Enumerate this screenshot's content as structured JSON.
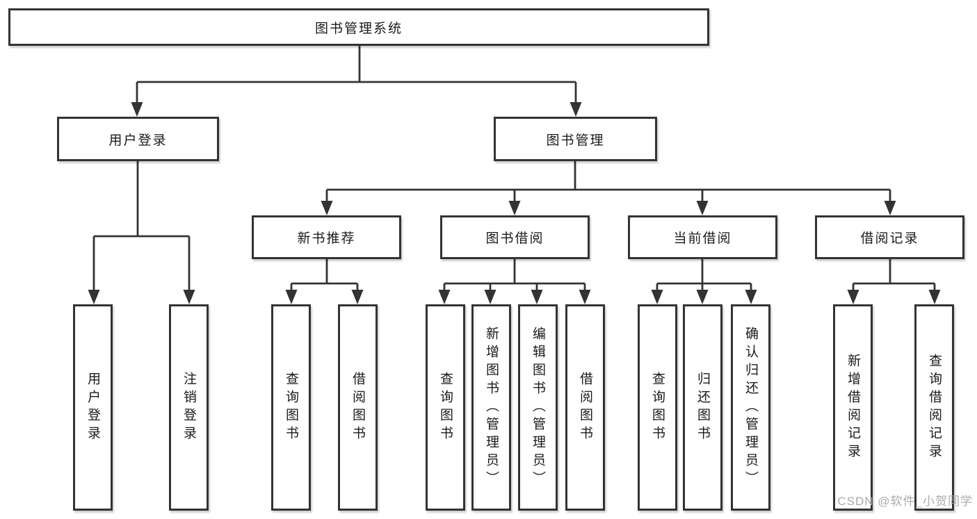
{
  "diagram": {
    "title": "图书管理系统",
    "children": [
      {
        "label": "用户登录",
        "children": [
          {
            "label": "用户登录"
          },
          {
            "label": "注销登录"
          }
        ]
      },
      {
        "label": "图书管理",
        "children": [
          {
            "label": "新书推荐",
            "children": [
              {
                "label": "查询图书"
              },
              {
                "label": "借阅图书"
              }
            ]
          },
          {
            "label": "图书借阅",
            "children": [
              {
                "label": "查询图书"
              },
              {
                "label": "新增图书（管理员）"
              },
              {
                "label": "编辑图书（管理员）"
              },
              {
                "label": "借阅图书"
              }
            ]
          },
          {
            "label": "当前借阅",
            "children": [
              {
                "label": "查询图书"
              },
              {
                "label": "归还图书"
              },
              {
                "label": "确认归还（管理员）"
              }
            ]
          },
          {
            "label": "借阅记录",
            "children": [
              {
                "label": "新增借阅记录"
              },
              {
                "label": "查询借阅记录"
              }
            ]
          }
        ]
      }
    ]
  },
  "watermark": {
    "text": "CSDN @软件_小贺同学"
  },
  "colors": {
    "line": "#333333",
    "box_border": "#333333",
    "box_fill": "#ffffff",
    "text": "#1a1a1a",
    "watermark": "#a5a5a5"
  }
}
